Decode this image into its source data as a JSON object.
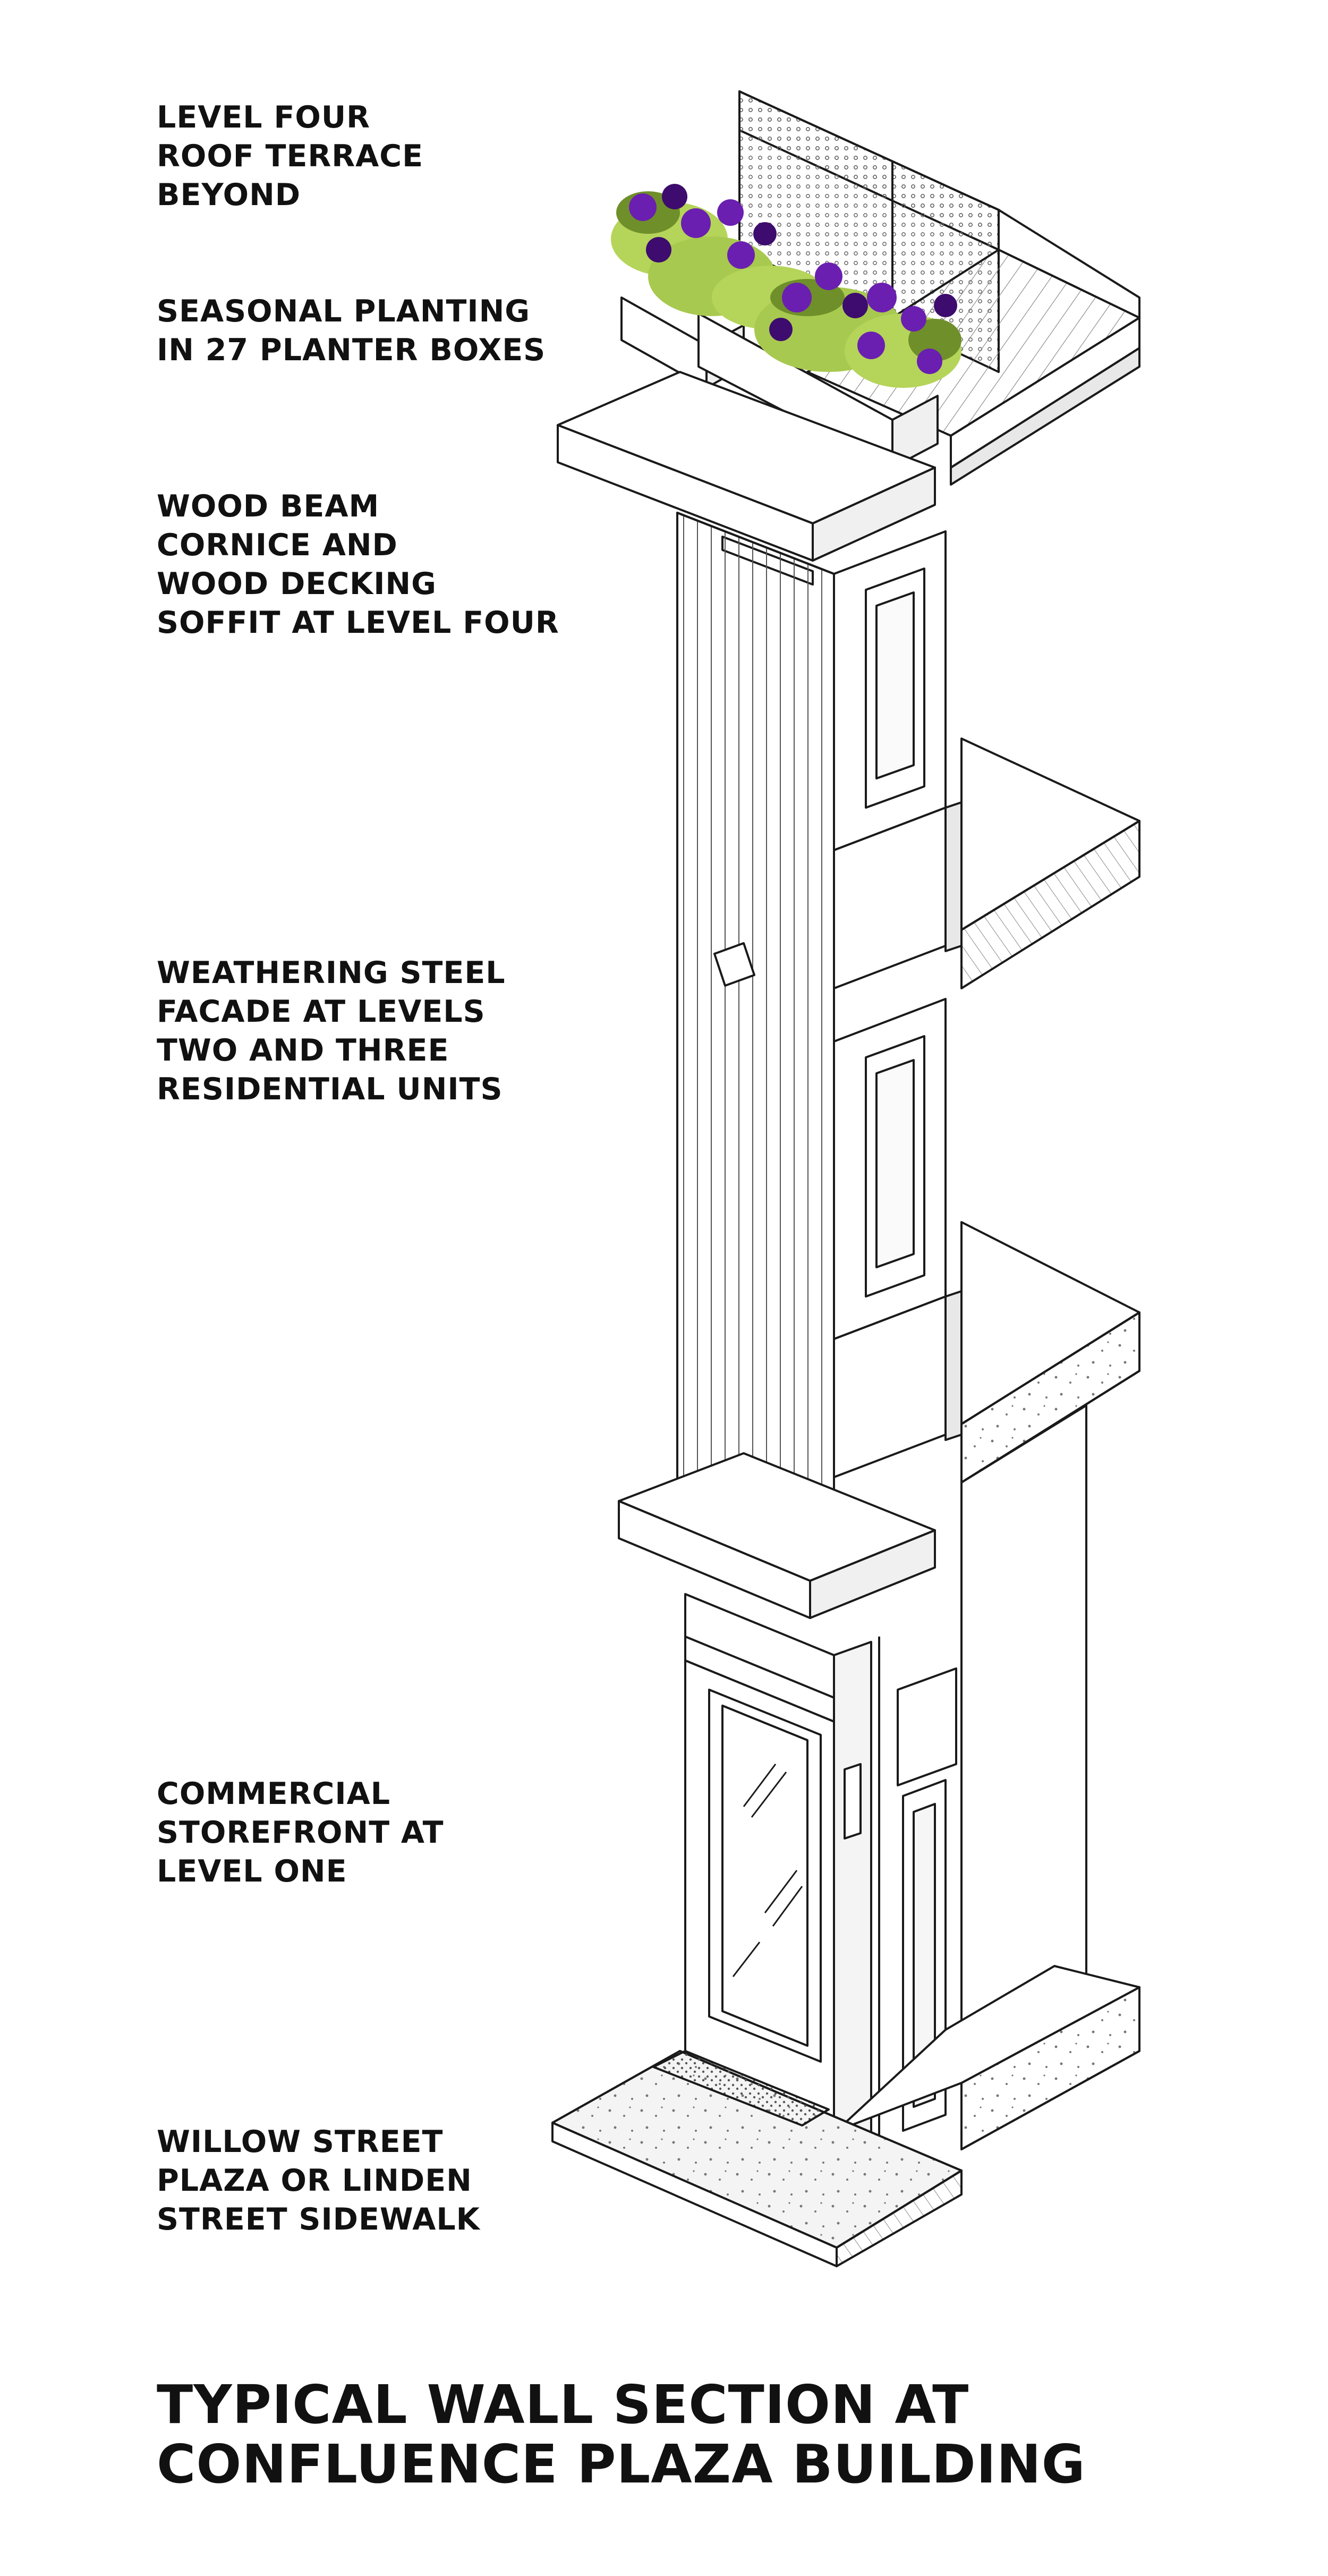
{
  "labels": {
    "roof_terrace": [
      "LEVEL FOUR",
      "ROOF TERRACE",
      "BEYOND"
    ],
    "planting": [
      "SEASONAL PLANTING",
      "IN 27 PLANTER BOXES"
    ],
    "cornice": [
      "WOOD BEAM",
      "CORNICE AND",
      "WOOD DECKING",
      "SOFFIT AT LEVEL FOUR"
    ],
    "facade": [
      "WEATHERING STEEL",
      "FACADE AT LEVELS",
      "TWO AND THREE",
      "RESIDENTIAL UNITS"
    ],
    "storefront": [
      "COMMERCIAL",
      "STOREFRONT AT",
      "LEVEL ONE"
    ],
    "sidewalk": [
      "WILLOW STREET",
      "PLAZA OR LINDEN",
      "STREET SIDEWALK"
    ]
  },
  "title": [
    "TYPICAL WALL SECTION AT",
    "CONFLUENCE PLAZA BUILDING"
  ],
  "colors": {
    "line": "#1a1a1a",
    "flower": "#6a1fb0",
    "flower_dark": "#3d0c6e",
    "foliage": "#b5d45a",
    "foliage_dark": "#6f8f2a",
    "concrete": "#f4f4f4"
  }
}
